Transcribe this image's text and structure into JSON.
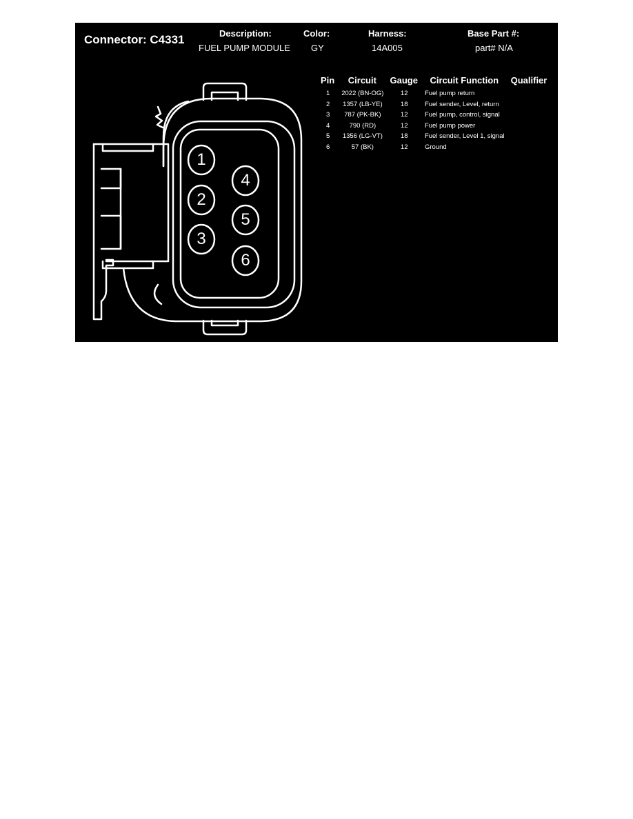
{
  "header": {
    "connector_label": "Connector: C4331",
    "description_label": "Description:",
    "description_value": "FUEL PUMP MODULE",
    "color_label": "Color:",
    "color_value": "GY",
    "harness_label": "Harness:",
    "harness_value": "14A005",
    "base_part_label": "Base Part #:",
    "base_part_value": "part# N/A"
  },
  "table": {
    "headers": [
      "Pin",
      "Circuit",
      "Gauge",
      "Circuit Function",
      "Qualifier"
    ],
    "rows": [
      {
        "pin": "1",
        "circuit": "2022 (BN-OG)",
        "gauge": "12",
        "function": "Fuel pump return",
        "qualifier": ""
      },
      {
        "pin": "2",
        "circuit": "1357 (LB-YE)",
        "gauge": "18",
        "function": "Fuel sender, Level, return",
        "qualifier": ""
      },
      {
        "pin": "3",
        "circuit": "787 (PK-BK)",
        "gauge": "12",
        "function": "Fuel pump, control, signal",
        "qualifier": ""
      },
      {
        "pin": "4",
        "circuit": "790 (RD)",
        "gauge": "12",
        "function": "Fuel pump power",
        "qualifier": ""
      },
      {
        "pin": "5",
        "circuit": "1356 (LG-VT)",
        "gauge": "18",
        "function": "Fuel sender, Level 1, signal",
        "qualifier": ""
      },
      {
        "pin": "6",
        "circuit": "57 (BK)",
        "gauge": "12",
        "function": "Ground",
        "qualifier": ""
      }
    ]
  },
  "diagram": {
    "pins": [
      "1",
      "2",
      "3",
      "4",
      "5",
      "6"
    ]
  },
  "colors": {
    "background": "#000000",
    "foreground": "#ffffff",
    "page": "#ffffff"
  }
}
